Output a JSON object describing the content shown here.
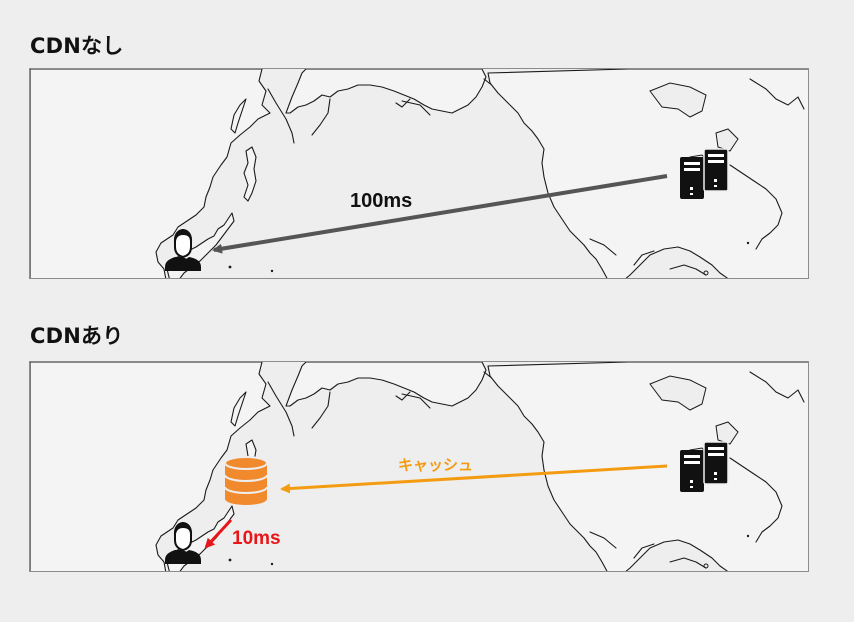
{
  "no_cdn": {
    "title": "CDNなし",
    "latency_label": "100ms",
    "arrow_color": "#555555"
  },
  "with_cdn": {
    "title": "CDNあり",
    "cache_label": "キャッシュ",
    "cache_arrow_color": "#f39c12",
    "latency_label": "10ms",
    "latency_color": "#e8161a"
  },
  "icons": [
    "user-icon",
    "server-icon",
    "database-icon"
  ],
  "colors": {
    "background": "#eeeeee",
    "database": "#f08a2c"
  }
}
